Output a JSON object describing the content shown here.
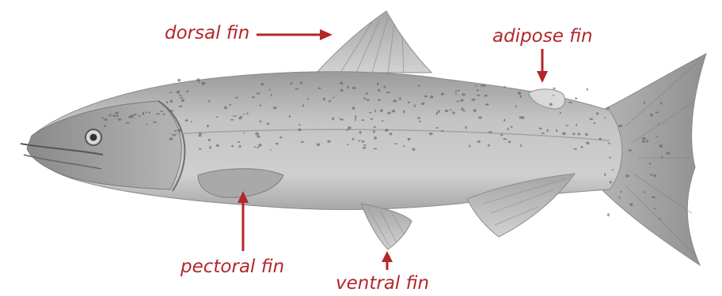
{
  "labels": {
    "dorsal_fin": "dorsal fin",
    "adipose_fin": "adipose fin",
    "pectoral_fin": "pectoral fin",
    "ventral_fin": "ventral fin"
  },
  "colors": {
    "label": "#b3262b",
    "arrow": "#b3262b",
    "fish_body": "#b9b9b9",
    "fish_dark": "#7d7d7d",
    "fish_light": "#dedede"
  },
  "subject": "salmon-illustration"
}
